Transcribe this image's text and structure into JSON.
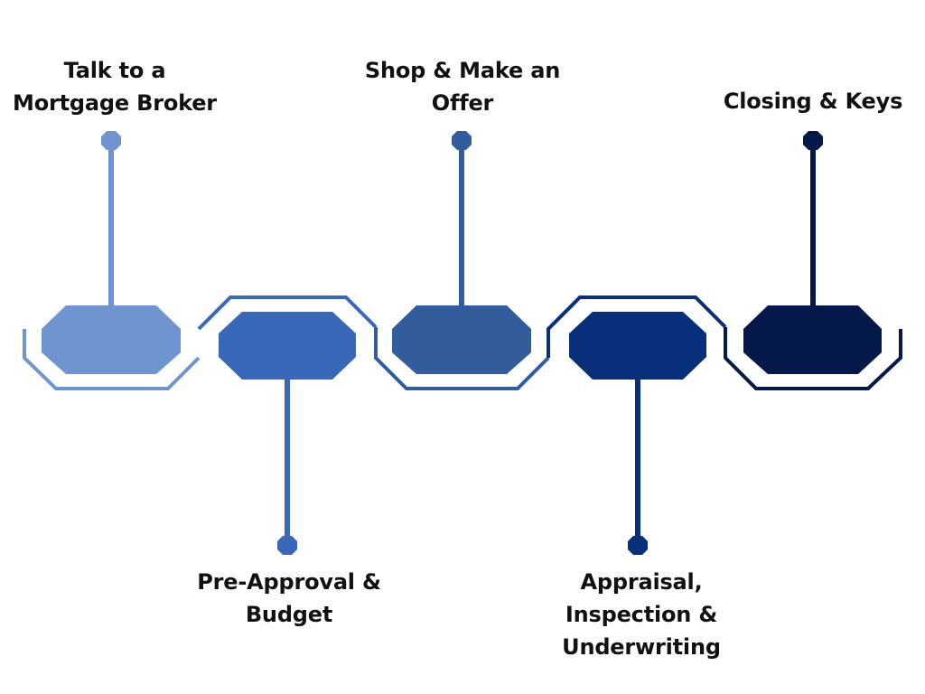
{
  "steps": [
    {
      "label": "Talk to a\nMortgage Broker",
      "color": "#7094cf"
    },
    {
      "label": "Pre-Approval &\nBudget",
      "color": "#3a68b9"
    },
    {
      "label": "Shop & Make an\nOffer",
      "color": "#335c9c"
    },
    {
      "label": "Appraisal,\nInspection &\nUnderwriting",
      "color": "#082f79"
    },
    {
      "label": "Closing & Keys",
      "color": "#04194a"
    }
  ]
}
